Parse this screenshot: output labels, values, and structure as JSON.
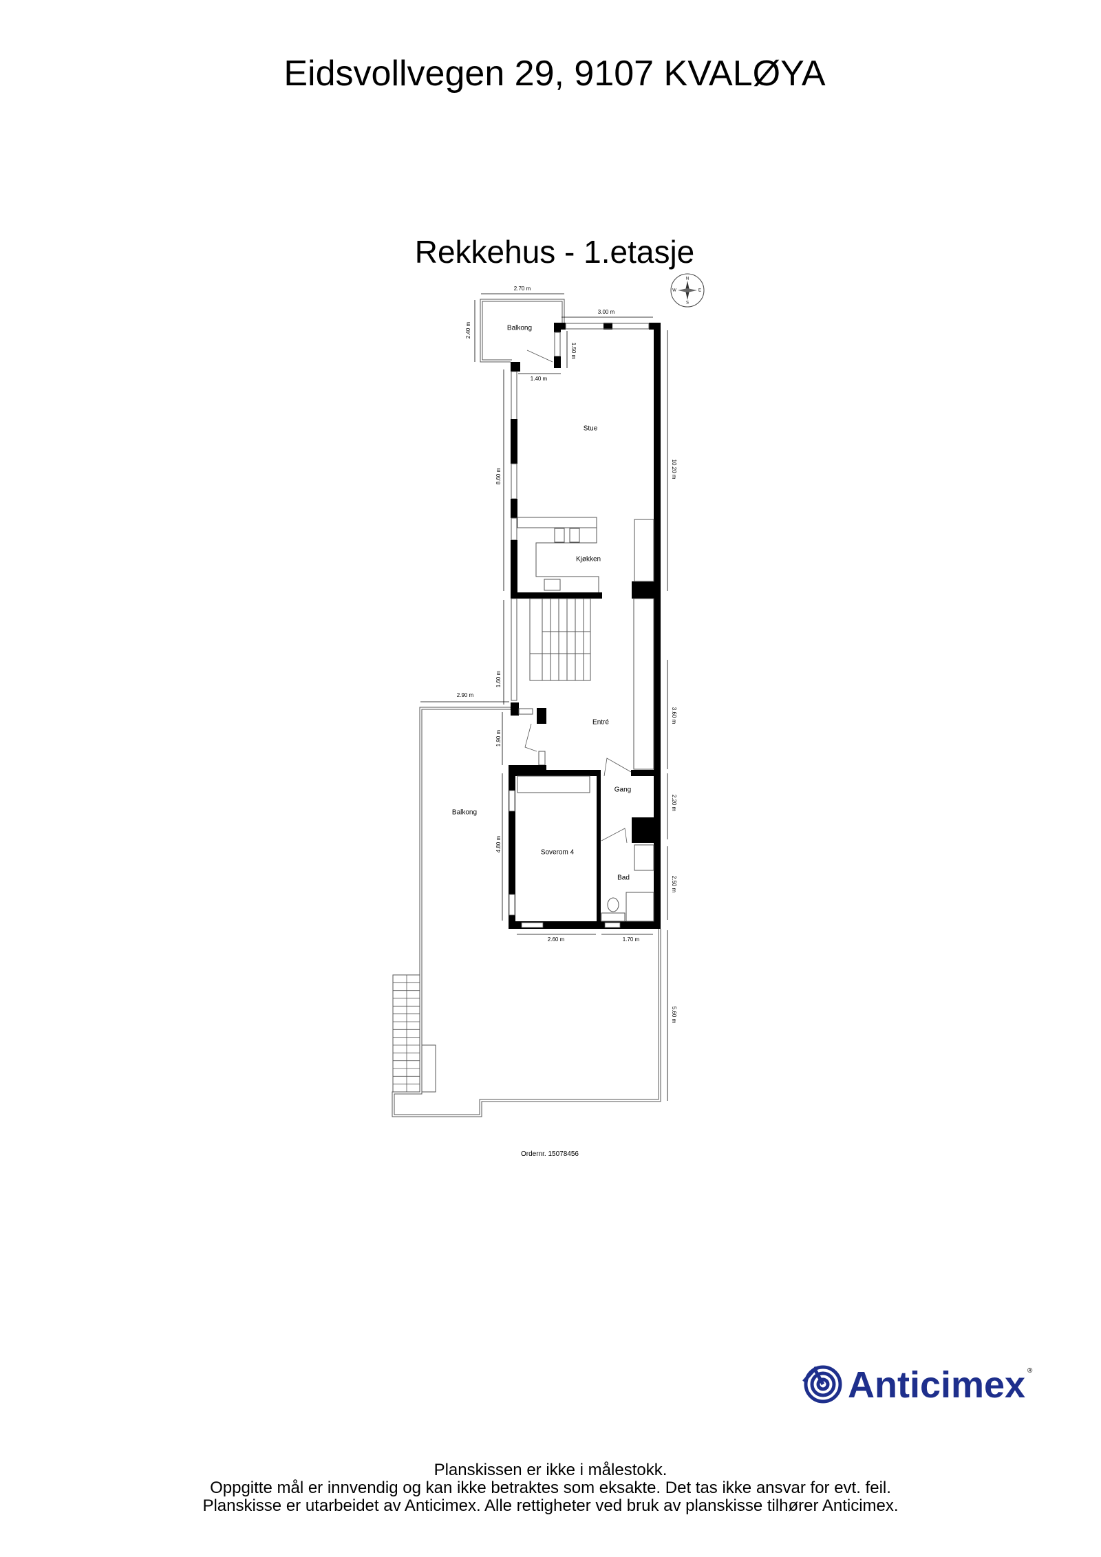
{
  "header": {
    "address": "Eidsvollvegen 29, 9107 KVALØYA",
    "floor_title": "Rekkehus - 1.etasje"
  },
  "rooms": {
    "balkong_top": "Balkong",
    "stue": "Stue",
    "kjokken": "Kjøkken",
    "entre": "Entré",
    "gang": "Gang",
    "soverom": "Soverom 4",
    "bad": "Bad",
    "balkong_bottom": "Balkong"
  },
  "dimensions": {
    "d270": "2.70 m",
    "d300": "3.00 m",
    "d240": "2.40 m",
    "d150": "1.50 m",
    "d140": "1.40 m",
    "d860": "8.60 m",
    "d1020": "10.20 m",
    "d160": "1.60 m",
    "d290": "2.90 m",
    "d190": "1.90 m",
    "d360": "3.60 m",
    "d220": "2.20 m",
    "d480": "4.80 m",
    "d250": "2.50 m",
    "d260": "2.60 m",
    "d170": "1.70 m",
    "d560": "5.60 m"
  },
  "compass": {
    "icon": "compass-rose-icon",
    "letters": [
      "N",
      "E",
      "S",
      "W"
    ]
  },
  "order_number": "Ordernr. 15078456",
  "logo": {
    "text": "Anticimex",
    "color": "#1e2f8c"
  },
  "footer": {
    "line1": "Planskissen er ikke i målestokk.",
    "line2": "Oppgitte mål er innvendig og kan ikke betraktes som eksakte. Det tas ikke ansvar for evt. feil.",
    "line3": "Planskisse er utarbeidet av Anticimex. Alle rettigheter ved bruk av planskisse tilhører Anticimex."
  }
}
